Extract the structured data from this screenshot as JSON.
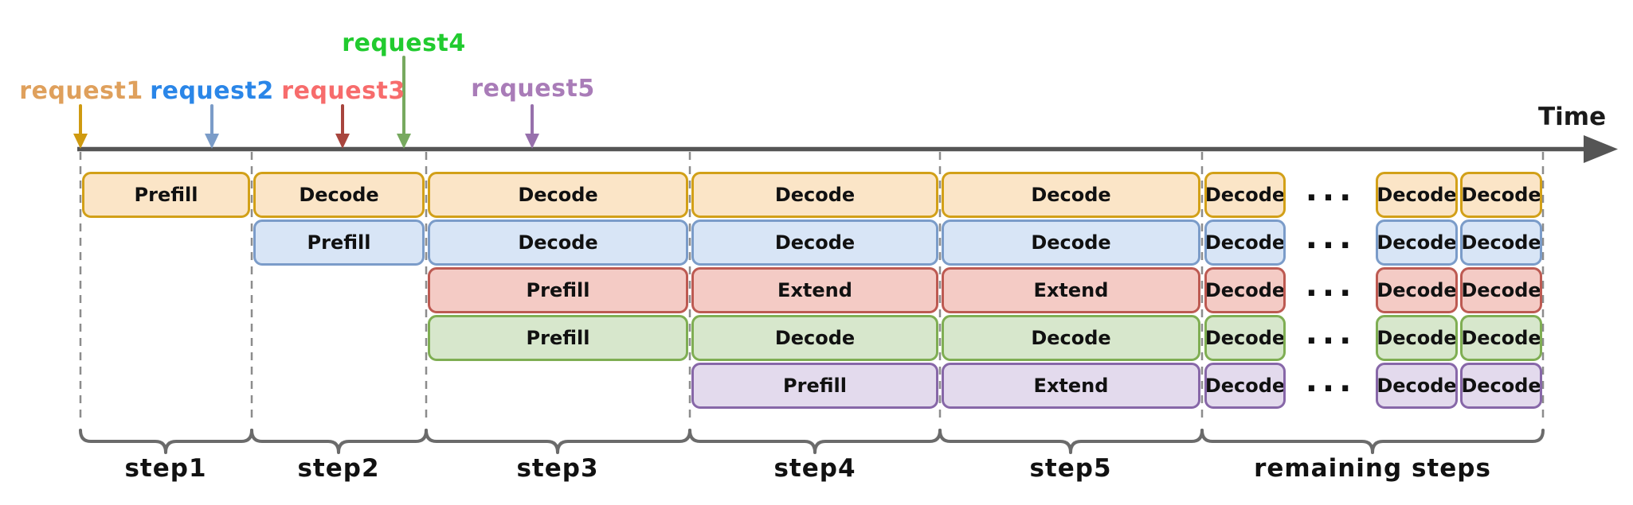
{
  "time_axis": {
    "label": "Time",
    "axis_color": "#555555"
  },
  "decoration_colors": {
    "dashed_line": "#8c8c8c",
    "brace": "#6b6b6b",
    "box_text": "#111111"
  },
  "ellipsis": "...",
  "requests": [
    {
      "label": "request1",
      "label_color": "#dfa05c",
      "arrow_color": "#cf9a10",
      "box_fill": "#fbe5c7",
      "box_border": "#d2a018"
    },
    {
      "label": "request2",
      "label_color": "#2a86e8",
      "arrow_color": "#7b9cc8",
      "box_fill": "#d8e5f6",
      "box_border": "#7b9cc9"
    },
    {
      "label": "request3",
      "label_color": "#f76c6c",
      "arrow_color": "#a8453e",
      "box_fill": "#f4cbc5",
      "box_border": "#bd5a52"
    },
    {
      "label": "request4",
      "label_color": "#21cb2f",
      "arrow_color": "#77a95f",
      "box_fill": "#d7e7cc",
      "box_border": "#7fae53"
    },
    {
      "label": "request5",
      "label_color": "#a97cb8",
      "arrow_color": "#9770ac",
      "box_fill": "#e3daed",
      "box_border": "#8767a8"
    }
  ],
  "steps": [
    {
      "label": "step1"
    },
    {
      "label": "step2"
    },
    {
      "label": "step3"
    },
    {
      "label": "step4"
    },
    {
      "label": "step5"
    },
    {
      "label": "remaining steps"
    }
  ],
  "rows": [
    {
      "request": "request1",
      "segments": [
        {
          "col": 0,
          "label": "Prefill"
        },
        {
          "col": 1,
          "label": "Decode"
        },
        {
          "col": 2,
          "label": "Decode"
        },
        {
          "col": 3,
          "label": "Decode"
        },
        {
          "col": 4,
          "label": "Decode"
        },
        {
          "col": 5,
          "label": "Decode"
        },
        {
          "col": 6,
          "label": "Decode"
        },
        {
          "col": 7,
          "label": "Decode"
        }
      ]
    },
    {
      "request": "request2",
      "segments": [
        {
          "col": 1,
          "label": "Prefill"
        },
        {
          "col": 2,
          "label": "Decode"
        },
        {
          "col": 3,
          "label": "Decode"
        },
        {
          "col": 4,
          "label": "Decode"
        },
        {
          "col": 5,
          "label": "Decode"
        },
        {
          "col": 6,
          "label": "Decode"
        },
        {
          "col": 7,
          "label": "Decode"
        }
      ]
    },
    {
      "request": "request3",
      "segments": [
        {
          "col": 2,
          "label": "Prefill"
        },
        {
          "col": 3,
          "label": "Extend"
        },
        {
          "col": 4,
          "label": "Extend"
        },
        {
          "col": 5,
          "label": "Decode"
        },
        {
          "col": 6,
          "label": "Decode"
        },
        {
          "col": 7,
          "label": "Decode"
        }
      ]
    },
    {
      "request": "request4",
      "segments": [
        {
          "col": 2,
          "label": "Prefill"
        },
        {
          "col": 3,
          "label": "Decode"
        },
        {
          "col": 4,
          "label": "Decode"
        },
        {
          "col": 5,
          "label": "Decode"
        },
        {
          "col": 6,
          "label": "Decode"
        },
        {
          "col": 7,
          "label": "Decode"
        }
      ]
    },
    {
      "request": "request5",
      "segments": [
        {
          "col": 3,
          "label": "Prefill"
        },
        {
          "col": 4,
          "label": "Extend"
        },
        {
          "col": 5,
          "label": "Decode"
        },
        {
          "col": 6,
          "label": "Decode"
        },
        {
          "col": 7,
          "label": "Decode"
        }
      ]
    }
  ]
}
